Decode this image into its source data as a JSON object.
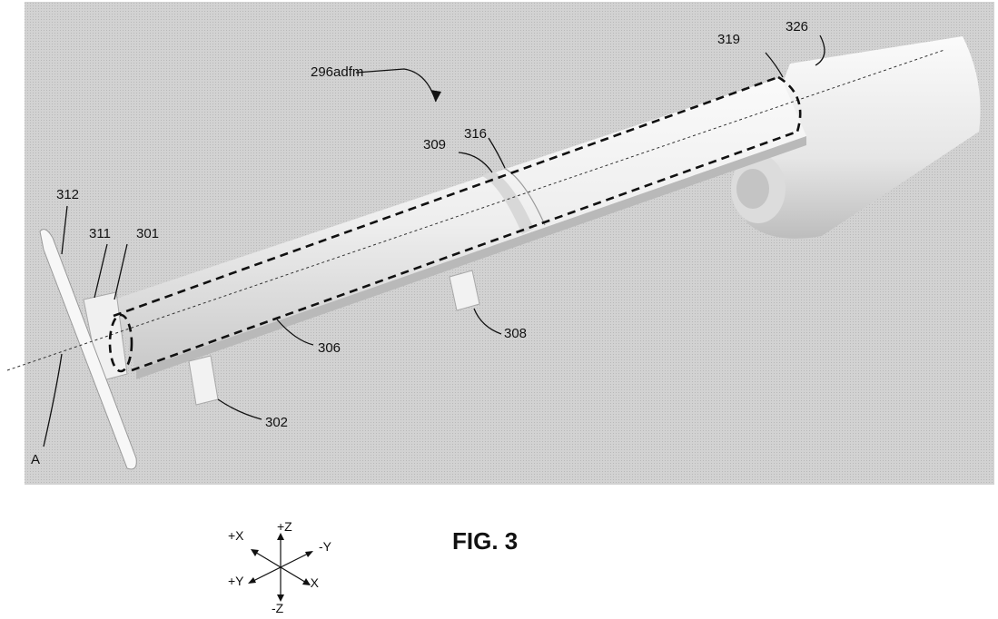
{
  "figure": {
    "assembly_ref": "296adfm",
    "reference_numerals": [
      "312",
      "311",
      "301",
      "309",
      "316",
      "319",
      "326",
      "306",
      "308",
      "302"
    ],
    "axis_marker": "A",
    "figure_label": "FIG. 3",
    "orientation_legend": {
      "plus_x": "+X",
      "plus_z": "+Z",
      "minus_y": "-Y",
      "plus_y": "+Y",
      "minus_x": "-X",
      "minus_z": "-Z"
    }
  }
}
